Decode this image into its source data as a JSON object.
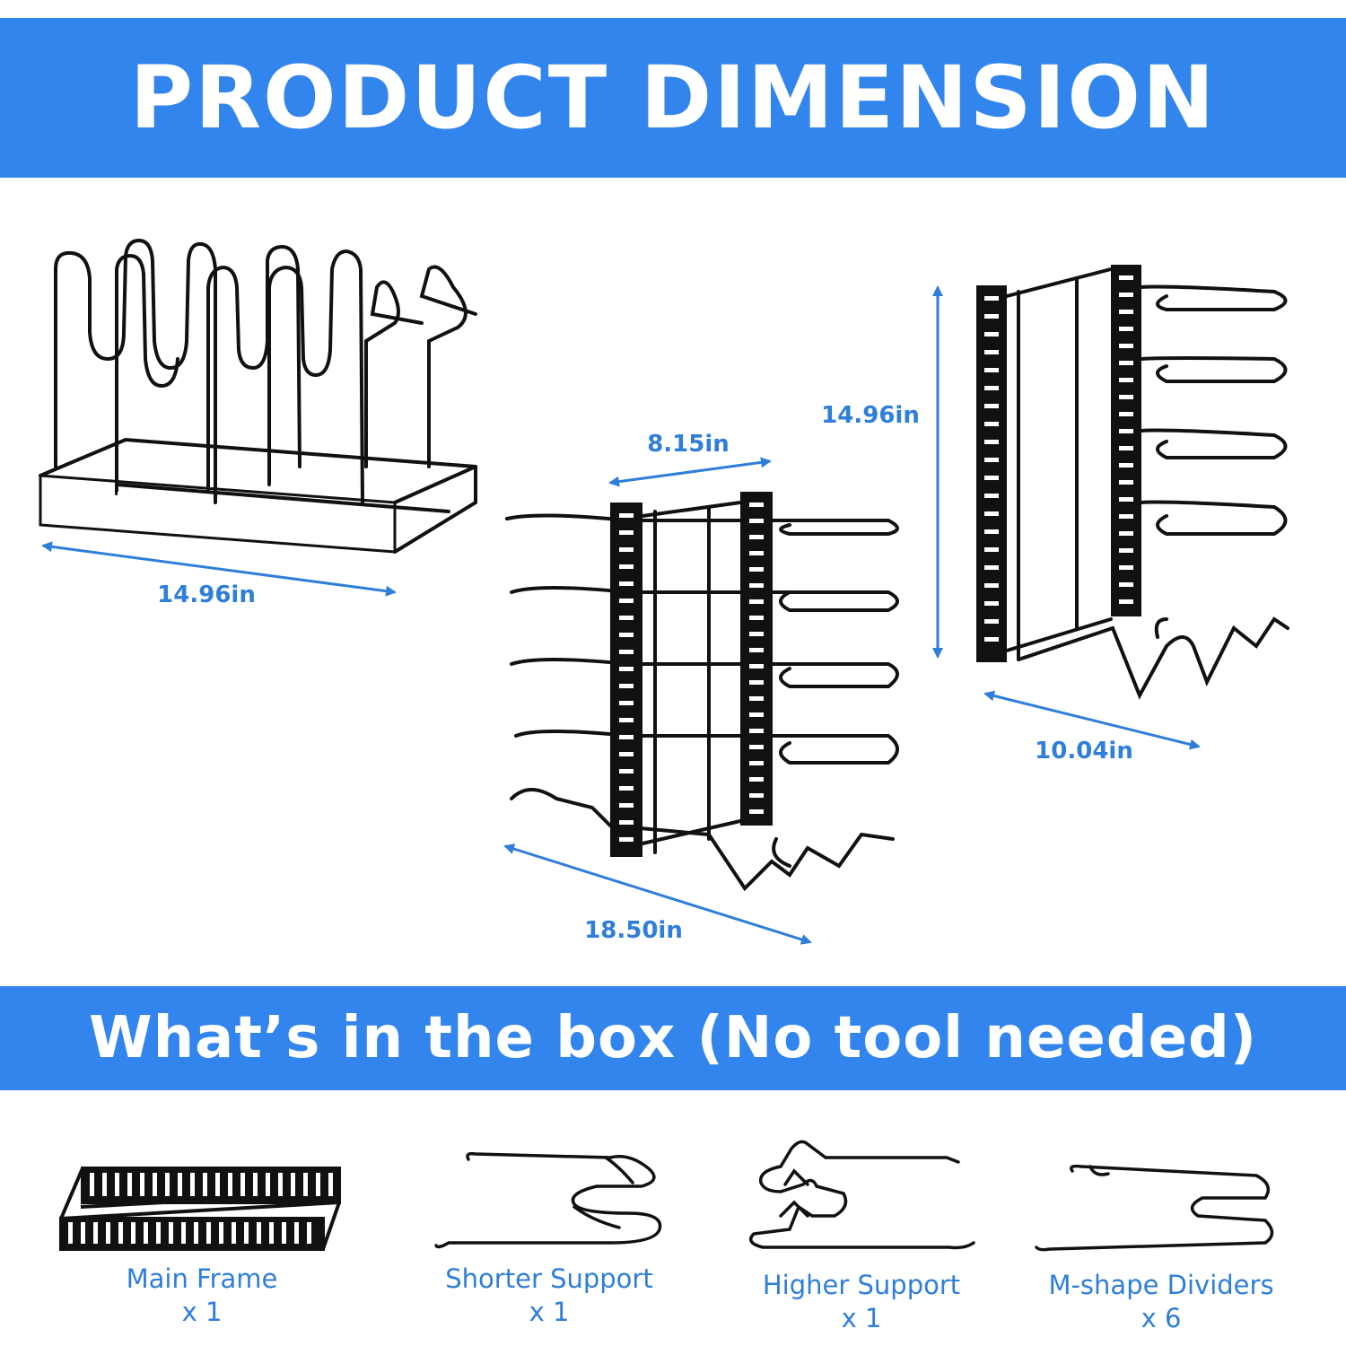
{
  "header": {
    "title": "PRODUCT DIMENSION"
  },
  "dimensions": {
    "base_width": "14.96in",
    "vertical_depth": "8.15in",
    "vertical_length": "18.50in",
    "height": "14.96in",
    "tall_length": "10.04in"
  },
  "box_section": {
    "title": "What’s in the box (No tool needed)"
  },
  "parts": [
    {
      "name": "Main Frame",
      "qty": "x 1"
    },
    {
      "name": "Shorter Support",
      "qty": "x 1"
    },
    {
      "name": "Higher Support",
      "qty": "x 1"
    },
    {
      "name": "M-shape Dividers",
      "qty": "x 6"
    }
  ],
  "colors": {
    "banner": "#3385ee",
    "label": "#2f7ed8",
    "metal": "#111111"
  }
}
